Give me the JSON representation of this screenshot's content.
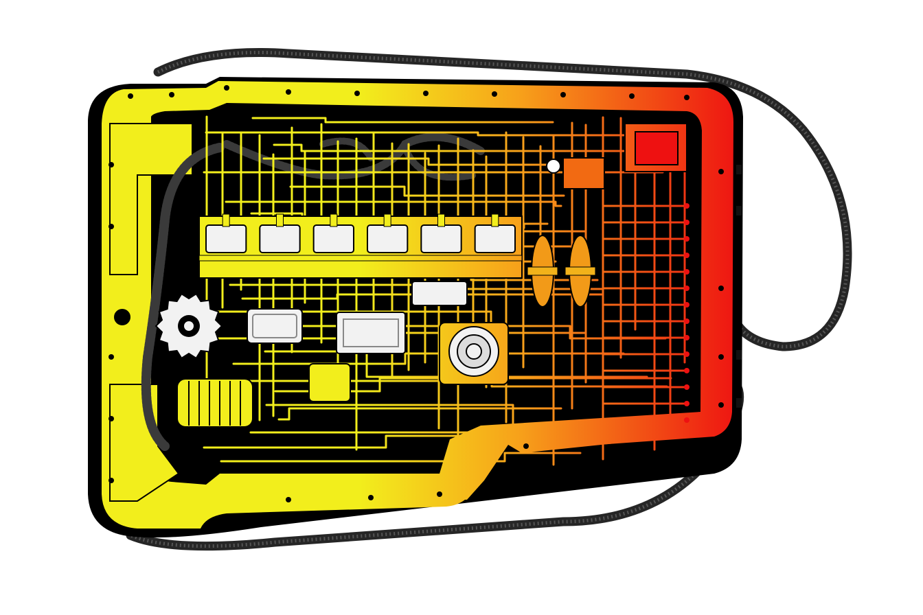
{
  "diagram": {
    "heat_gradient": {
      "start_color": "#f2ee1c",
      "mid_color": "#f7a21a",
      "end_color": "#ee1111"
    },
    "colors": {
      "background": "#ffffff",
      "board": "#000000",
      "belt": "#262626",
      "component": "#f2f2f2"
    },
    "components": {
      "cylinder_count": 6,
      "gear_teeth": 14,
      "pulley_count": 2
    }
  }
}
